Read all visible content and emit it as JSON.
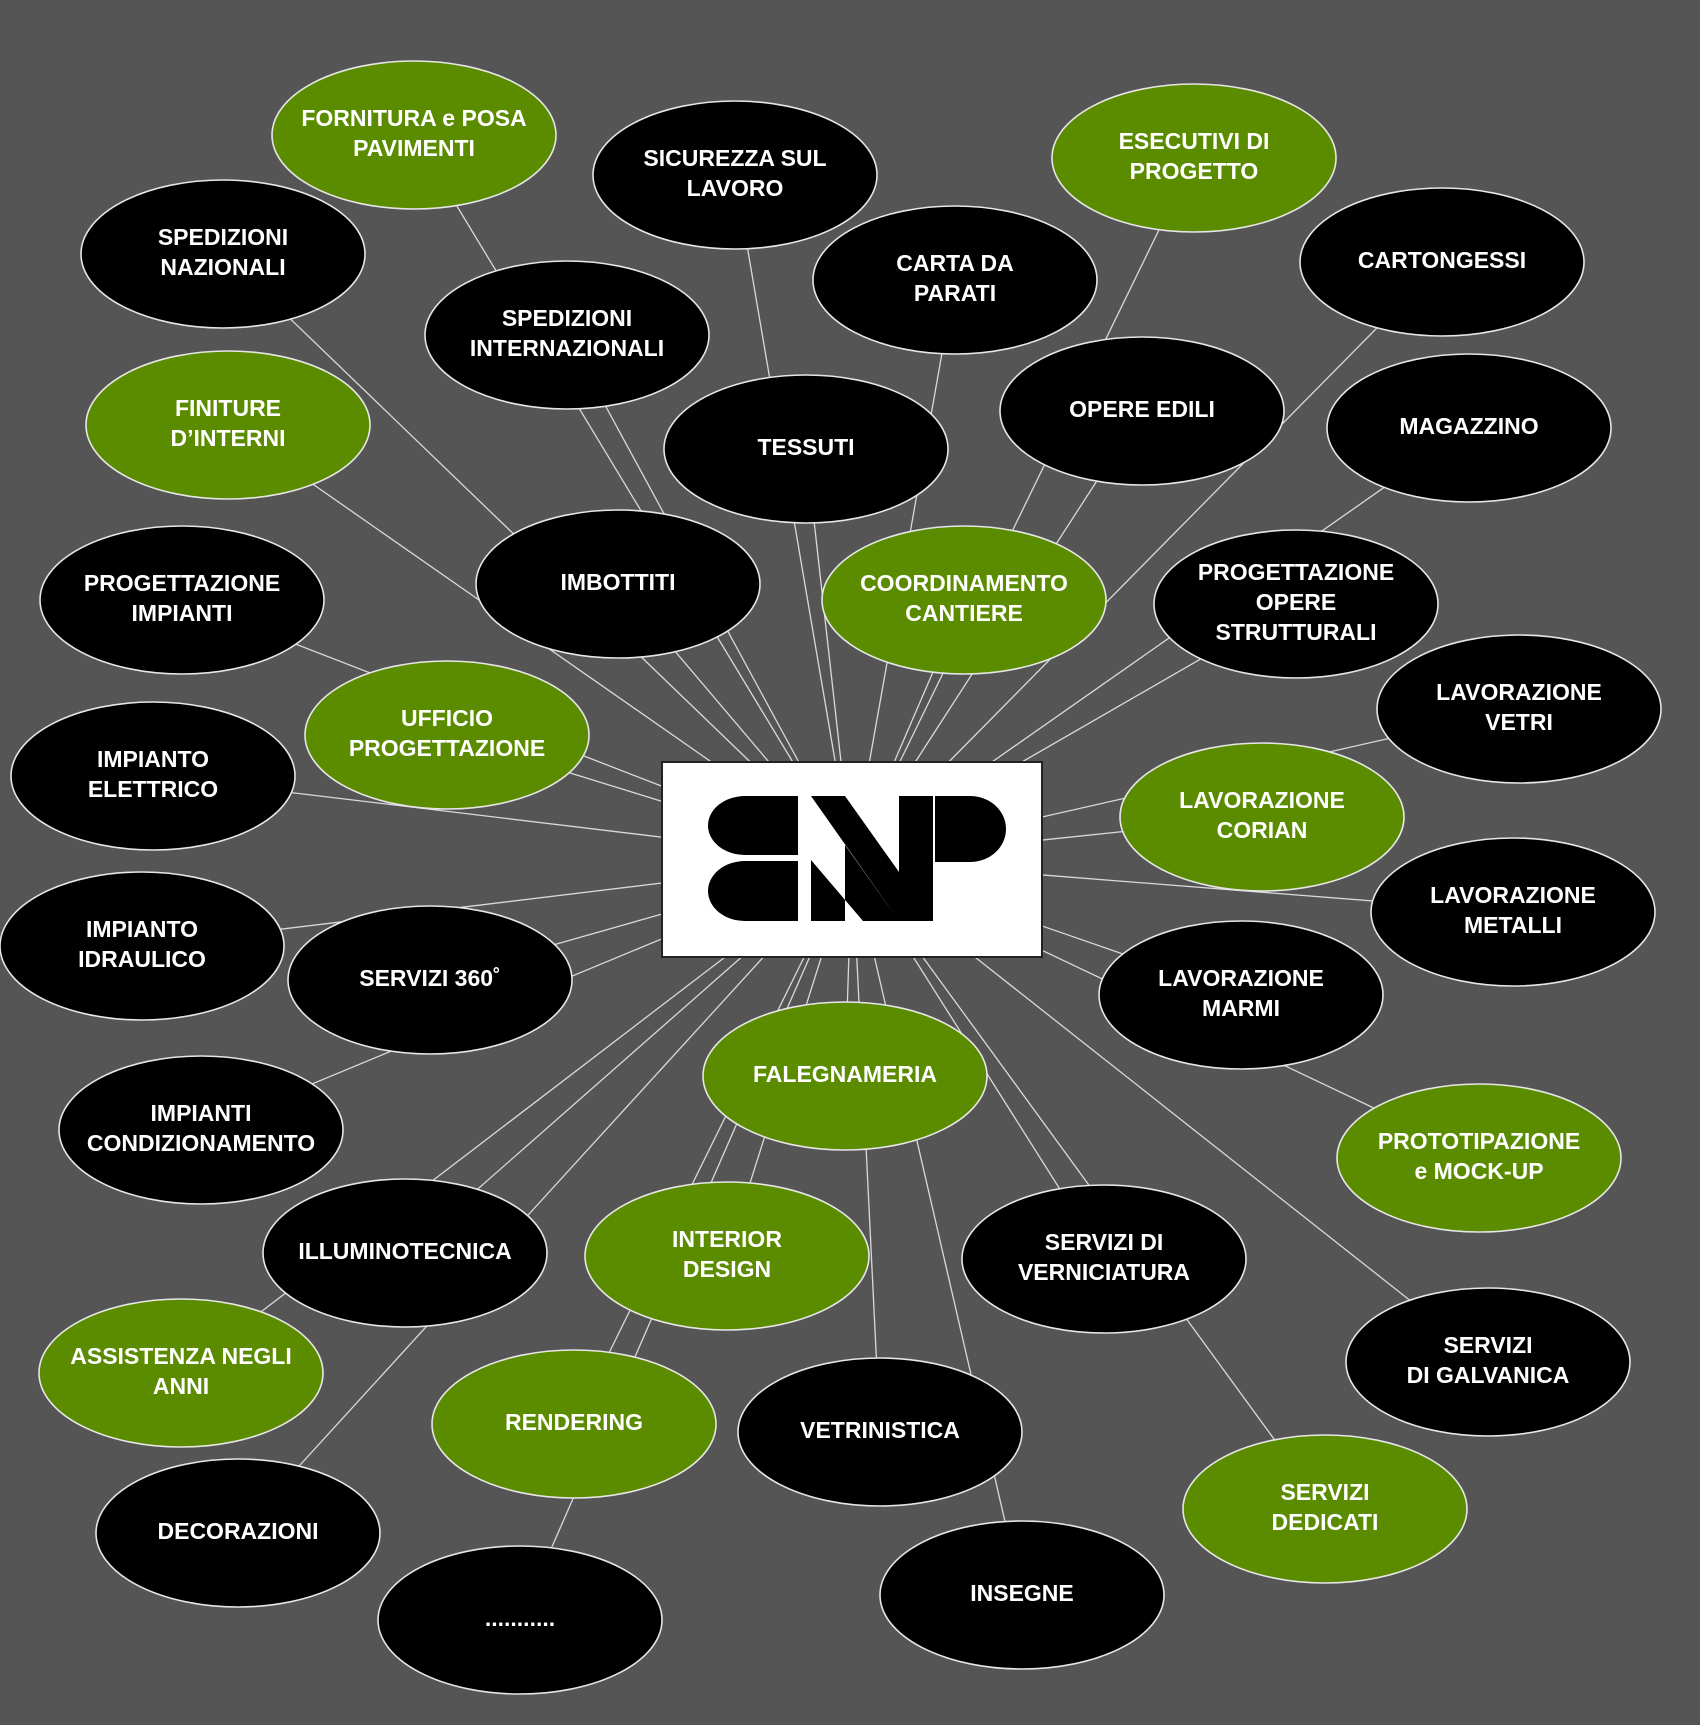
{
  "colors": {
    "background": "#555555",
    "green_node": "#5b8c00",
    "black_node": "#000000",
    "connector": "#d9d9d9",
    "logo_box": "#ffffff"
  },
  "logo": {
    "icon": "bnp-logo",
    "text": "BNP"
  },
  "nodes": [
    {
      "id": "fornitura",
      "lines": [
        "FORNITURA e POSA",
        "PAVIMENTI"
      ],
      "color": "green"
    },
    {
      "id": "sicurezza",
      "lines": [
        "SICUREZZA SUL",
        "LAVORO"
      ],
      "color": "black"
    },
    {
      "id": "esecutivi",
      "lines": [
        "ESECUTIVI DI",
        "PROGETTO"
      ],
      "color": "green"
    },
    {
      "id": "spedizioni-nazionali",
      "lines": [
        "SPEDIZIONI",
        "NAZIONALI"
      ],
      "color": "black"
    },
    {
      "id": "carta-da-parati",
      "lines": [
        "CARTA DA",
        "PARATI"
      ],
      "color": "black"
    },
    {
      "id": "cartongessi",
      "lines": [
        "CARTONGESSI"
      ],
      "color": "black"
    },
    {
      "id": "spedizioni-internazionali",
      "lines": [
        "SPEDIZIONI",
        "INTERNAZIONALI"
      ],
      "color": "black"
    },
    {
      "id": "opere-edili",
      "lines": [
        "OPERE EDILI"
      ],
      "color": "black"
    },
    {
      "id": "finiture",
      "lines": [
        "FINITURE",
        "D’INTERNI"
      ],
      "color": "green"
    },
    {
      "id": "tessuti",
      "lines": [
        "TESSUTI"
      ],
      "color": "black"
    },
    {
      "id": "magazzino",
      "lines": [
        "MAGAZZINO"
      ],
      "color": "black"
    },
    {
      "id": "progettazione-impianti",
      "lines": [
        "PROGETTAZIONE",
        "IMPIANTI"
      ],
      "color": "black"
    },
    {
      "id": "imbottiti",
      "lines": [
        "IMBOTTITI"
      ],
      "color": "black"
    },
    {
      "id": "coordinamento",
      "lines": [
        "COORDINAMENTO",
        "CANTIERE"
      ],
      "color": "green"
    },
    {
      "id": "opere-strutturali",
      "lines": [
        "PROGETTAZIONE",
        "OPERE",
        "STRUTTURALI"
      ],
      "color": "black"
    },
    {
      "id": "lavorazione-vetri",
      "lines": [
        "LAVORAZIONE",
        "VETRI"
      ],
      "color": "black"
    },
    {
      "id": "ufficio-progettazione",
      "lines": [
        "UFFICIO",
        "PROGETTAZIONE"
      ],
      "color": "green"
    },
    {
      "id": "impianto-elettrico",
      "lines": [
        "IMPIANTO",
        "ELETTRICO"
      ],
      "color": "black"
    },
    {
      "id": "lavorazione-corian",
      "lines": [
        "LAVORAZIONE",
        "CORIAN"
      ],
      "color": "green"
    },
    {
      "id": "lavorazione-metalli",
      "lines": [
        "LAVORAZIONE",
        "METALLI"
      ],
      "color": "black"
    },
    {
      "id": "impianto-idraulico",
      "lines": [
        "IMPIANTO",
        "IDRAULICO"
      ],
      "color": "black"
    },
    {
      "id": "servizi-360",
      "lines": [
        "SERVIZI 360˚"
      ],
      "color": "black"
    },
    {
      "id": "lavorazione-marmi",
      "lines": [
        "LAVORAZIONE",
        "MARMI"
      ],
      "color": "black"
    },
    {
      "id": "falegnameria",
      "lines": [
        "FALEGNAMERIA"
      ],
      "color": "green"
    },
    {
      "id": "impianti-condizionamento",
      "lines": [
        "IMPIANTI",
        "CONDIZIONAMENTO"
      ],
      "color": "black"
    },
    {
      "id": "prototipazione",
      "lines": [
        "PROTOTIPAZIONE",
        "e MOCK-UP"
      ],
      "color": "green"
    },
    {
      "id": "illuminotecnica",
      "lines": [
        "ILLUMINOTECNICA"
      ],
      "color": "black"
    },
    {
      "id": "interior-design",
      "lines": [
        "INTERIOR",
        "DESIGN"
      ],
      "color": "green"
    },
    {
      "id": "verniciatura",
      "lines": [
        "SERVIZI DI",
        "VERNICIATURA"
      ],
      "color": "black"
    },
    {
      "id": "galvanica",
      "lines": [
        "SERVIZI",
        "DI GALVANICA"
      ],
      "color": "black"
    },
    {
      "id": "assistenza",
      "lines": [
        "ASSISTENZA NEGLI",
        "ANNI"
      ],
      "color": "green"
    },
    {
      "id": "rendering",
      "lines": [
        "RENDERING"
      ],
      "color": "green"
    },
    {
      "id": "vetrinistica",
      "lines": [
        "VETRINISTICA"
      ],
      "color": "black"
    },
    {
      "id": "servizi-dedicati",
      "lines": [
        "SERVIZI",
        "DEDICATI"
      ],
      "color": "green"
    },
    {
      "id": "decorazioni",
      "lines": [
        "DECORAZIONI"
      ],
      "color": "black"
    },
    {
      "id": "insegne",
      "lines": [
        "INSEGNE"
      ],
      "color": "black"
    },
    {
      "id": "ellipsis",
      "lines": [
        "..........."
      ],
      "color": "black"
    }
  ]
}
